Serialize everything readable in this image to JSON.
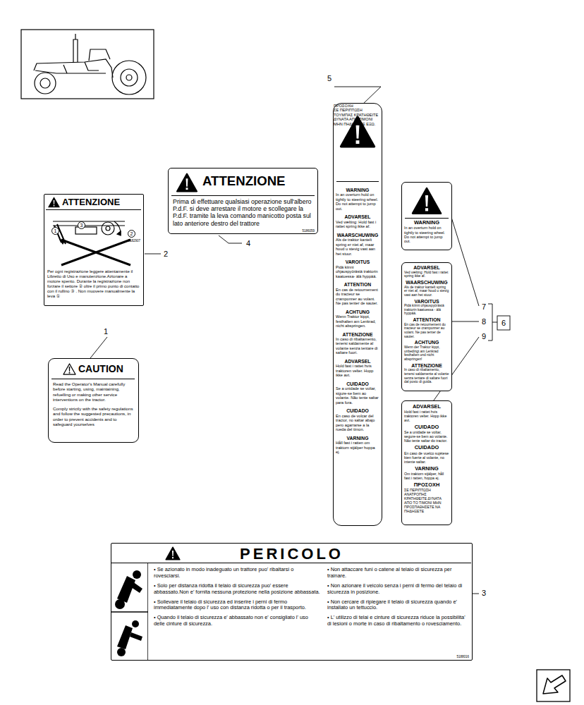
{
  "diagram": {
    "nodes": [
      {
        "text": [
          "ATTENZIONE",
          "Prima di effettuare qualsiasi operazione sull'albero P.d.F. si deve arrestare il motore e scollegare la P.d.F. tramite la leva comando manicotto posta sul lato anteriore destro del trattore",
          "5186059"
        ]
      },
      {
        "text": [
          "WARNING",
          "In an overturn hold on tightly to steering wheel. Do not attempt to jump out.",
          "ADVARSEL",
          "Ved vælting: Hold fast i rattet spring ikke af.",
          "WAARSCHUWING",
          "Als de traktor kantelt spring er niet af, maar houd u stevig vast aan het stuur.",
          "VAROITUS",
          "Pidä kiinni ohjauspyörästä traktorin kaatuessa- älä hyppää.",
          "ATTENTION",
          "En cas de retournement du tracteur se cramponner au volant. Ne pas tenter de sauter.",
          "ACHTUNG",
          "Wenn Traktor kippt, festhalten am Lenkrad, nicht abspringen.",
          "ATTENZIONE",
          "In caso di ribaltamento, tenersi saldamente al volante senza tentare di saltare fuori.",
          "ADVARSEL",
          "Hold fast i rattet hvis traktoren velter. Hopp ikke avt.",
          "CUIDADO",
          "Se a unidade se voltar, sigure-se bem ao volante. Não tente saltar para fora.",
          "CUIDADO",
          "En caso de volcar del tractor, no saltar abajo pero agarrarse a la rueda del timon.",
          "VARNING",
          "Håll fast i ratten om traktorn stjälper hoppa ej.",
          "ΠΡΟΣΟΧΗ",
          "ΣΕ ΠΕΡΙΠΤΩΣΗ ΤΟΥΜΠΑΣ ΚΡΑΤΗΘΕΙΤΕ ΔΥΝΑΤΑ ΑΠΟ ΤΙΜΟΝΙ ΜΗΝ ΠΗΔΗΞΕΤΕ ΕΞΩ."
        ]
      },
      {
        "text": [
          "WARNING",
          "In an overturn hold on tightly to steering wheel. Do not attempt to jump out."
        ]
      },
      {
        "text": [
          "ADVARSEL",
          "Ved vælting: Hold fast i rattet spring ikke af.",
          "WAARSCHUWING",
          "Als de traktor kantelt spring er niet af, maar houd u stevig vast aan het stuur.",
          "VAROITUS",
          "Pidä kiinni ohjauspyörästä traktorin kaatuessa - älä hyppää.",
          "ATTENTION",
          "En cas de retournement du tracteur se cramponner au volant. Ne pas tenter de sauter.",
          "ACHTUNG",
          "Wenn der Traktor kippt, unbedingt am Lenkrad festhalten und nicht abspringen!",
          "ATTENZIONE",
          "In caso di ribaltamento, tenersi saldamente al volante senza tentare di saltare fuori dal posto di guida."
        ]
      },
      {
        "text": [
          "ADVARSEL",
          "Hold fast i rattet hvis traktoren velter. Hopp ikke avt.",
          "CUIDADO",
          "Se a unidade se voltar, segure-se bem ao volante. Não tente saltar do tractor.",
          "CUIDADO",
          "En caso de vuelco sujétese bien fuerte al volante, no intente saltar.",
          "VARNING",
          "Om traktorn stjälper, håll fast i ratten, hoppa ej.",
          "ΠΡΟΣΟΧΗ",
          "ΣΕ ΠΕΡΙΠΤΩΣΗ ΑΝΑΤΡΟΠΗΣ ΚΡΑΤΗΘΕΙΤΕ ΔΥΝΑΤΑ ΑΠΟ ΤΟ ΤΙΜΟΝΙ ΜΗΝ ΠΡΟΣΠΑΘΗΣΕΤΕ ΝΑ ΠΗΔΗΞΕΤΕ"
        ]
      },
      {
        "text": [
          "ATTENZIONE",
          "Per ogni registrazione leggere attentamente il Libretto di Uso e manutenzione.Azionare a motore spento. Durante la registrazione non forzare il settore ② oltre il primo punto di contatto con il rullino ③ . Non muovere manualmente la leva ①",
          "5182907"
        ]
      },
      {
        "text": [
          "CAUTION",
          "Read the Operator's Manual carefully before starting, using, maintaining, refuelling or making other service interventions on the tractor.",
          "Comply strictly with the safety regulations and follow the suggested precautions, in order to prevent accidents and to safeguard yourselves"
        ]
      },
      {
        "text": [
          "PERICOLO",
          "• Se azionato in modo inadeguato un trattore puo' ribaltarsi o rovesciarsi.",
          "• Solo per distanza ridotta il telaio di sicurezza puo' essere abbassato.Non e' fornita nessuna protezione nella posizione abbassata.",
          "• Sollevare il telaio di sicurezza ed inserire i perni di fermo immediatamente dopo l' uso con distanza ridotta o per il trasporto.",
          "• Quando il telaio di sicurezza e' abbassato non e' consigliato l' uso delle cinture di sicurezza.",
          "• Non attaccare funi o catene al telaio di sicurezza per trainare.",
          "• Non azionare il veicolo senza i perni di fermo del telaio di sicurezza in posizione.",
          "• Non cercare di ripiegare il telaio di sicurezza quando e' installato un tettuccio.",
          "• L' utilizzo di telai e cinture di sicurezza riduce la possibilita' di lesioni o morte in caso di ribaltamento o rovesciamento.",
          "5188016"
        ]
      }
    ],
    "labels": [
      "5",
      "4",
      "2",
      "1",
      "7",
      "8",
      "9",
      "6",
      "3",
      "1",
      "2",
      "3"
    ]
  }
}
